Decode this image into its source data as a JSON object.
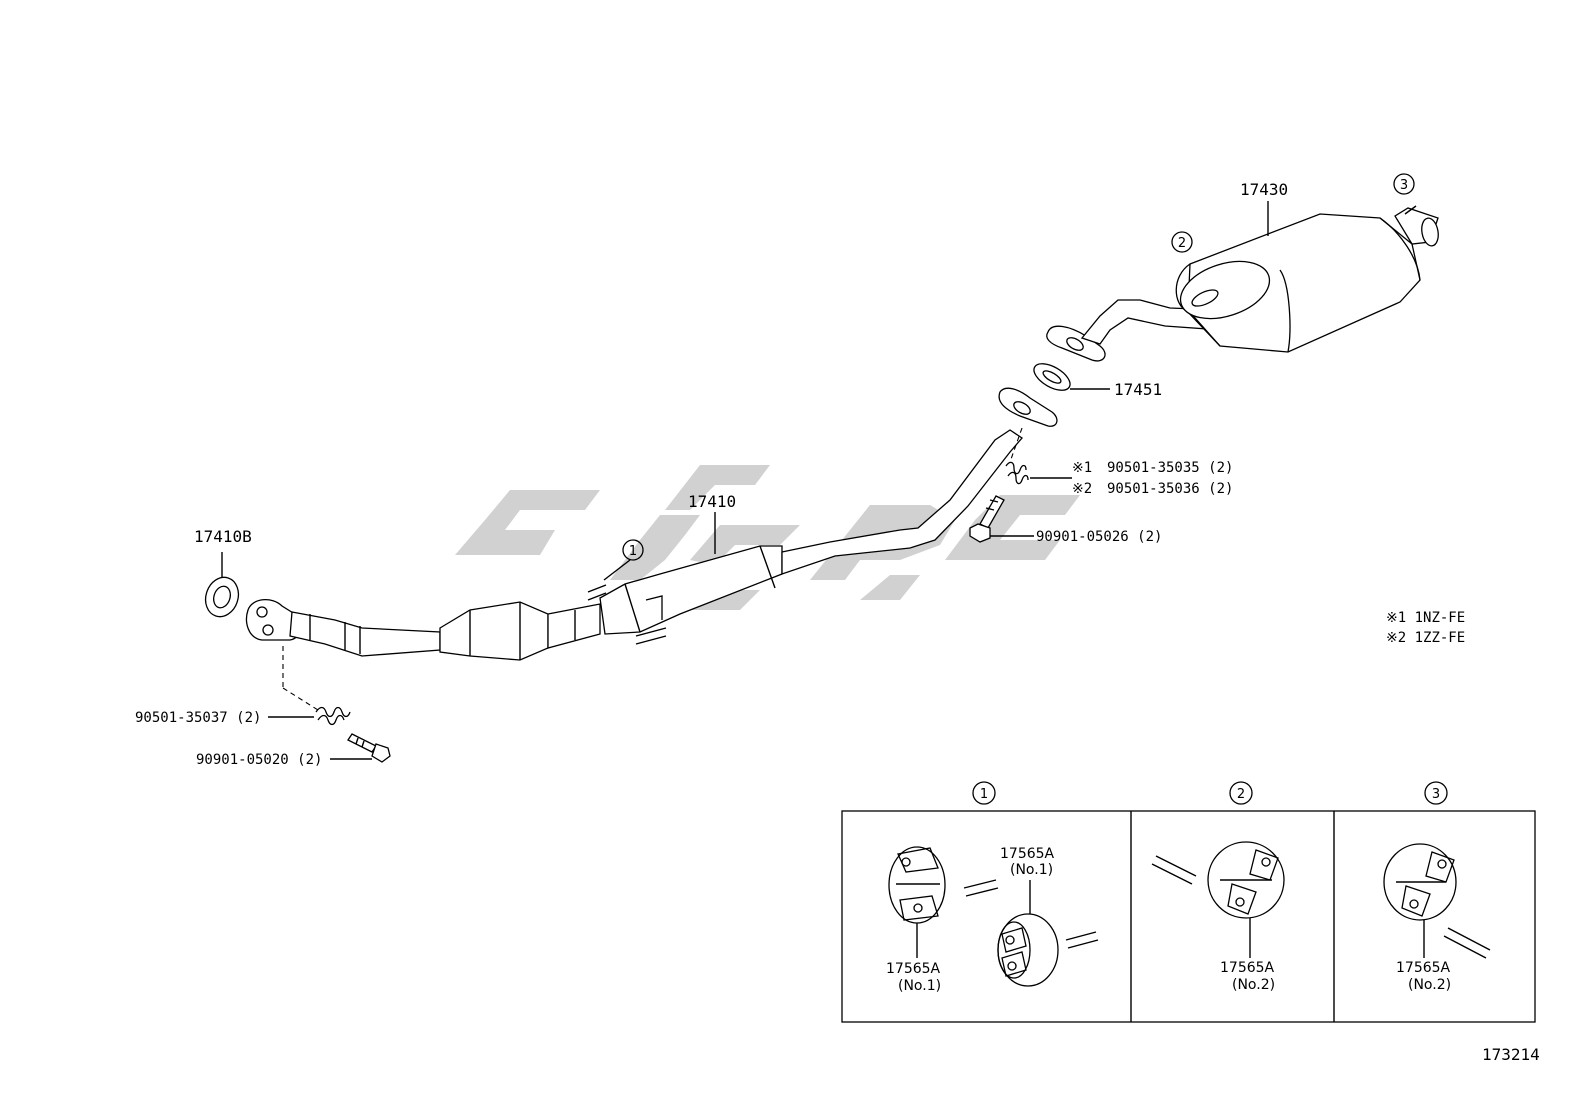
{
  "diagram_number": "173214",
  "watermark": "",
  "parts": {
    "p17410B": "17410B",
    "p17410": "17410",
    "p17430": "17430",
    "p17451": "17451",
    "bolt_front": "90901-05020 (2)",
    "spring_front": "90501-35037 (2)",
    "bolt_rear": "90901-05026 (2)",
    "spring_rear_1": "90501-35035 (2)",
    "spring_rear_2": "90501-35036 (2)",
    "spring_rear_1_mark": "※1",
    "spring_rear_2_mark": "※2"
  },
  "callouts": {
    "c1": "1",
    "c2": "2",
    "c3": "3"
  },
  "legend": {
    "note1": "※1  1NZ-FE",
    "note2": "※2  1ZZ-FE"
  },
  "detail_panels": {
    "panel1": {
      "callout": "1",
      "label_top": "17565A",
      "label_top_sub": "(No.1)",
      "label_bottom": "17565A",
      "label_bottom_sub": "(No.1)"
    },
    "panel2": {
      "callout": "2",
      "label": "17565A",
      "label_sub": "(No.2)"
    },
    "panel3": {
      "callout": "3",
      "label": "17565A",
      "label_sub": "(No.2)"
    }
  }
}
